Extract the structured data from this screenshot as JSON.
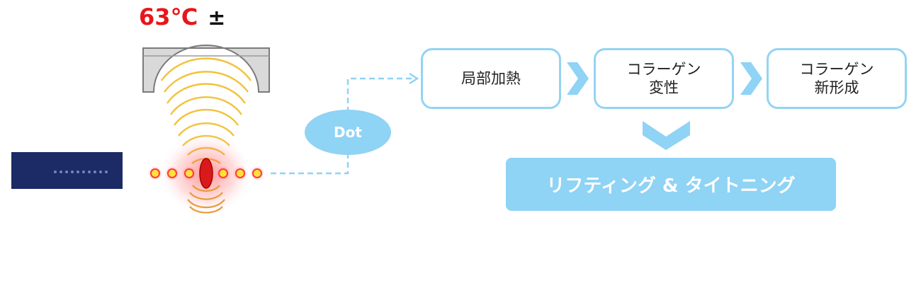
{
  "temperature": {
    "value": "63℃",
    "plus_minus": "±"
  },
  "dot_label": "Dot",
  "steps": [
    {
      "line1": "局部加熱",
      "line2": ""
    },
    {
      "line1": "コラーゲン",
      "line2": "変性"
    },
    {
      "line1": "コラーゲン",
      "line2": "新形成"
    }
  ],
  "result_label": "リフティング & タイトニング",
  "colors": {
    "accent_light_blue": "#8fd3f5",
    "box_border": "#93d4f2",
    "temperature_red": "#e8161b",
    "device_gray": "#d9d9d9",
    "wave_yellow": "#f2c23c",
    "heat_red": "#e62e2e"
  },
  "icons": [
    "device-head-icon",
    "ultrasound-wave-icon",
    "heat-dots-icon",
    "chevron-right-icon",
    "chevron-down-icon"
  ]
}
